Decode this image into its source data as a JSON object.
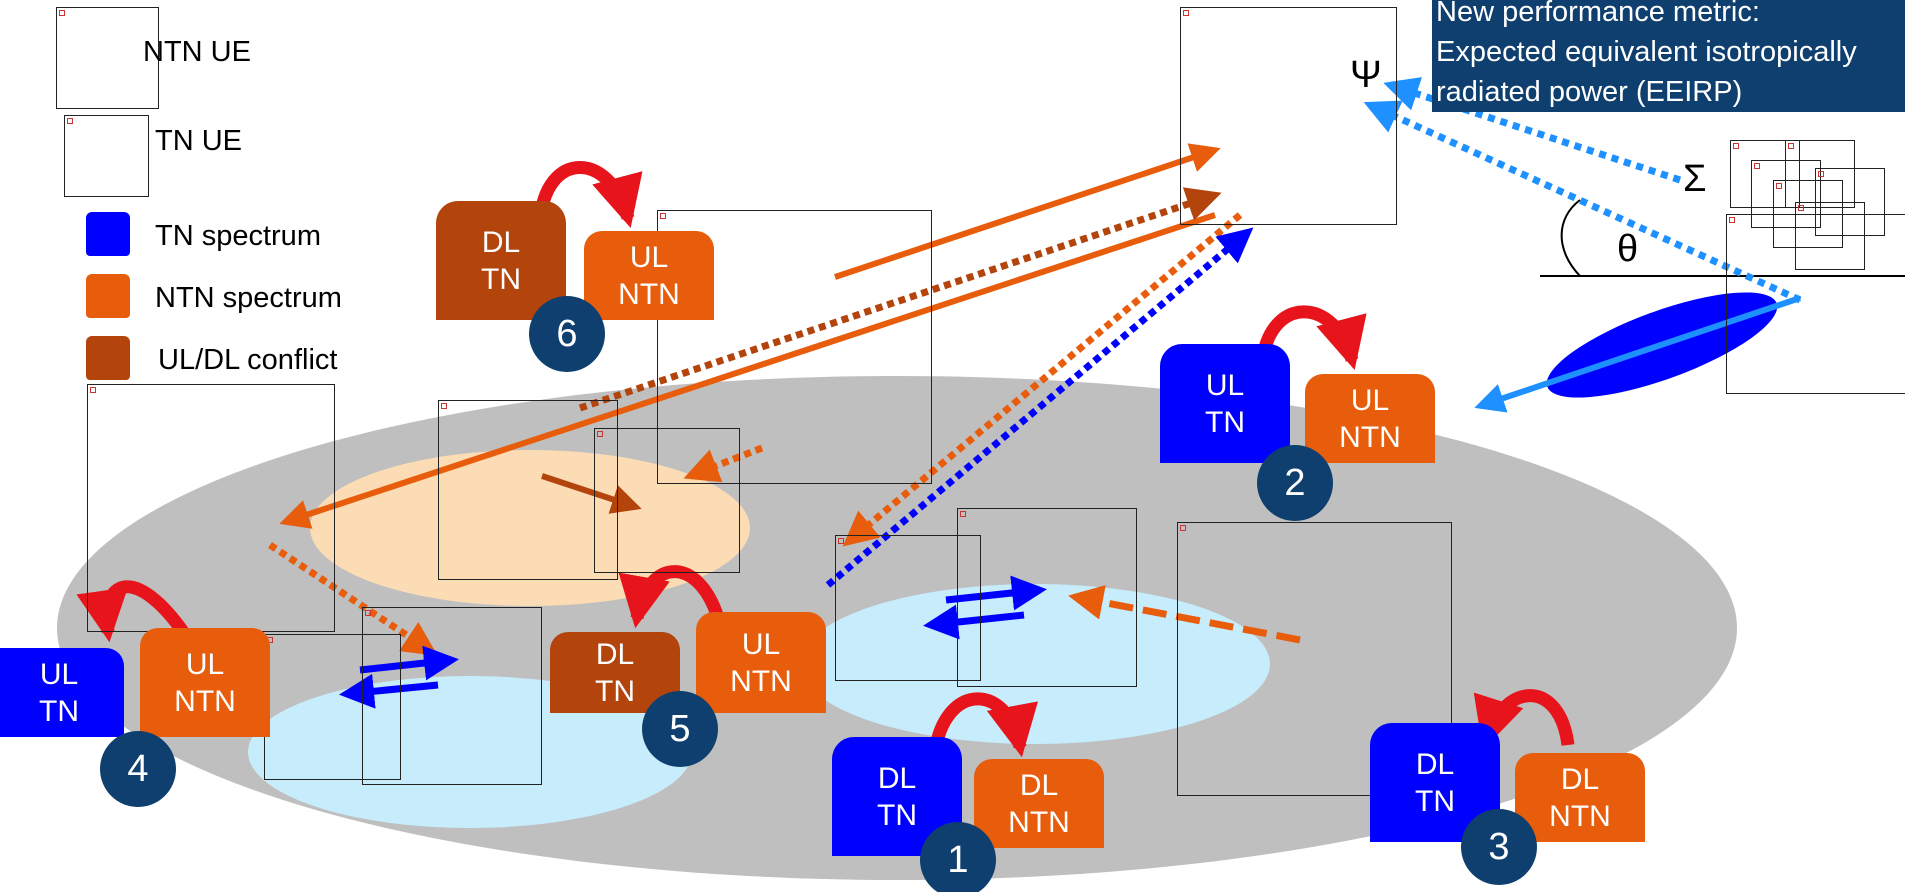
{
  "legend": {
    "ntn_ue": "NTN UE",
    "tn_ue": "TN UE",
    "tn_spectrum": "TN spectrum",
    "ntn_spectrum": "NTN spectrum",
    "conflict": "UL/DL conflict"
  },
  "metric": {
    "line1": "New performance metric:",
    "line2": "Expected equivalent isotropically",
    "line3": "radiated power (EEIRP)"
  },
  "symbols": {
    "psi": "Ψ",
    "sigma": "Σ",
    "theta": "θ"
  },
  "scenarios": [
    {
      "number": "1",
      "tn_label": [
        "DL",
        "TN"
      ],
      "ntn_label": [
        "DL",
        "NTN"
      ]
    },
    {
      "number": "2",
      "tn_label": [
        "UL",
        "TN"
      ],
      "ntn_label": [
        "UL",
        "NTN"
      ]
    },
    {
      "number": "3",
      "tn_label": [
        "DL",
        "TN"
      ],
      "ntn_label": [
        "DL",
        "NTN"
      ]
    },
    {
      "number": "4",
      "tn_label": [
        "UL",
        "TN"
      ],
      "ntn_label": [
        "UL",
        "NTN"
      ]
    },
    {
      "number": "5",
      "tn_label": [
        "DL",
        "TN"
      ],
      "ntn_label": [
        "UL",
        "NTN"
      ]
    },
    {
      "number": "6",
      "tn_label": [
        "DL",
        "TN"
      ],
      "ntn_label": [
        "UL",
        "NTN"
      ]
    }
  ],
  "colors": {
    "tn_blue": "#0000ff",
    "ntn_orange": "#e85d0c",
    "conflict_brown": "#b3440c",
    "badge_navy": "#0e3f6e",
    "coverage_gray": "#bfbfbf",
    "cell_lightblue": "#c7ecfb",
    "cell_peach": "#fbdcb4",
    "beam_blue": "#1e90ff",
    "hop_red": "#e8141c"
  }
}
